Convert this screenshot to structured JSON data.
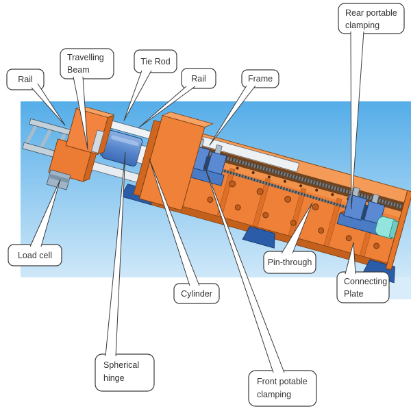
{
  "diagram": {
    "callouts": [
      {
        "id": "rail-left",
        "lines": [
          "Rail"
        ]
      },
      {
        "id": "travelling-beam",
        "lines": [
          "Travelling",
          "Beam"
        ]
      },
      {
        "id": "tie-rod",
        "lines": [
          "Tie Rod"
        ]
      },
      {
        "id": "rail-right",
        "lines": [
          "Rail"
        ]
      },
      {
        "id": "frame",
        "lines": [
          "Frame"
        ]
      },
      {
        "id": "rear-portable-clamping",
        "lines": [
          "Rear portable",
          "clamping"
        ]
      },
      {
        "id": "load-cell",
        "lines": [
          "Load cell"
        ]
      },
      {
        "id": "cylinder",
        "lines": [
          "Cylinder"
        ]
      },
      {
        "id": "spherical-hinge",
        "lines": [
          "Spherical",
          "hinge"
        ]
      },
      {
        "id": "front-potable-clamping",
        "lines": [
          "Front potable",
          "clamping"
        ]
      },
      {
        "id": "pin-through",
        "lines": [
          "Pin-through"
        ]
      },
      {
        "id": "connecting-plate",
        "lines": [
          "Connecting",
          "Plate"
        ]
      }
    ],
    "colors": {
      "sky_top": "#55ADE8",
      "sky_bottom": "#CFE8F9",
      "machine_orange": "#EE8038",
      "machine_orange_dark": "#C2601C",
      "machine_orange_light": "#F7A366",
      "cylinder_blue": "#5585CC",
      "barrel_blue": "#3E6BB4",
      "motor_cyan": "#92E4DC",
      "foot_blue": "#2B5CA8",
      "tube_white": "#F0F3F6",
      "outline": "#3A3A3A"
    }
  }
}
